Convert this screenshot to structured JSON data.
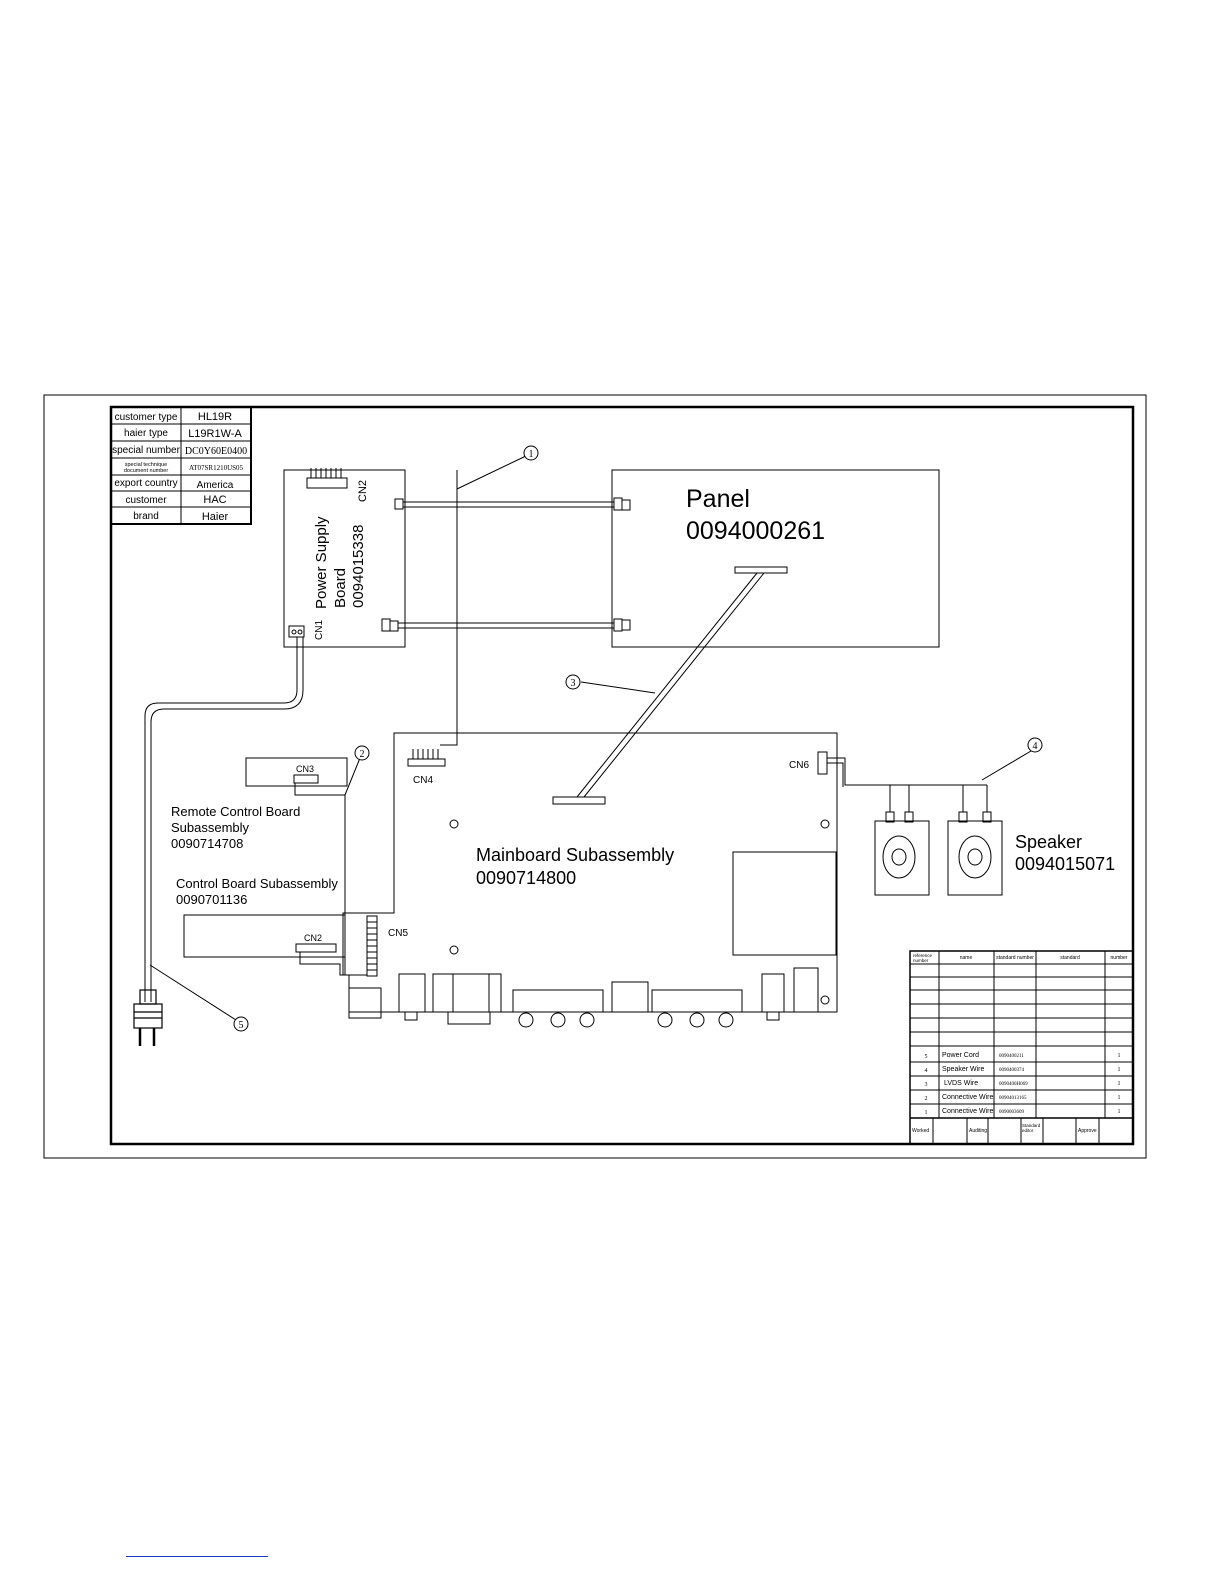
{
  "info_table": [
    {
      "label": "customer type",
      "value": "HL19R"
    },
    {
      "label": "haier type",
      "value": "L19R1W-A"
    },
    {
      "label": "special number",
      "value": "DC0Y60E0400"
    },
    {
      "label": "special technique document number",
      "value": "AT07SR1210US05"
    },
    {
      "label": "export country",
      "value": "America"
    },
    {
      "label": "customer",
      "value": "HAC"
    },
    {
      "label": "brand",
      "value": "Haier"
    }
  ],
  "power_supply": {
    "line1": "Power  Supply",
    "line2": "Board",
    "part": "0094015338",
    "cn1": "CN1",
    "cn2": "CN2"
  },
  "panel": {
    "title": "Panel",
    "part": "0094000261"
  },
  "mainboard": {
    "title": "Mainboard Subassembly",
    "part": "0090714800",
    "cn4": "CN4",
    "cn5": "CN5",
    "cn6": "CN6"
  },
  "remote_board": {
    "line1": "Remote Control Board",
    "line2": "Subassembly",
    "part": "0090714708",
    "cn3": "CN3"
  },
  "control_board": {
    "title": "Control Board Subassembly",
    "part": "0090701136",
    "cn2": "CN2"
  },
  "speaker": {
    "title": "Speaker",
    "part": "0094015071"
  },
  "callouts": [
    "1",
    "2",
    "3",
    "4",
    "5"
  ],
  "bom": {
    "headers": [
      "reference number",
      "name",
      "standard number",
      "standard",
      "number"
    ],
    "rows": [
      {
        "ref": "5",
        "name": "Power Cord",
        "std_no": "0090400211",
        "std": "",
        "qty": "1"
      },
      {
        "ref": "4",
        "name": "Speaker Wire",
        "std_no": "0090400374",
        "std": "",
        "qty": "1"
      },
      {
        "ref": "3",
        "name": "LVDS Wire",
        "std_no": "0090400H069",
        "std": "",
        "qty": "1"
      },
      {
        "ref": "2",
        "name": "Connective Wire",
        "std_no": "00904013165",
        "std": "",
        "qty": "1"
      },
      {
        "ref": "1",
        "name": "Connective Wire",
        "std_no": "0090003609",
        "std": "",
        "qty": "1"
      }
    ],
    "sign_labels": [
      "Worked",
      "Auditing",
      "Standard editor",
      "Approve"
    ]
  }
}
